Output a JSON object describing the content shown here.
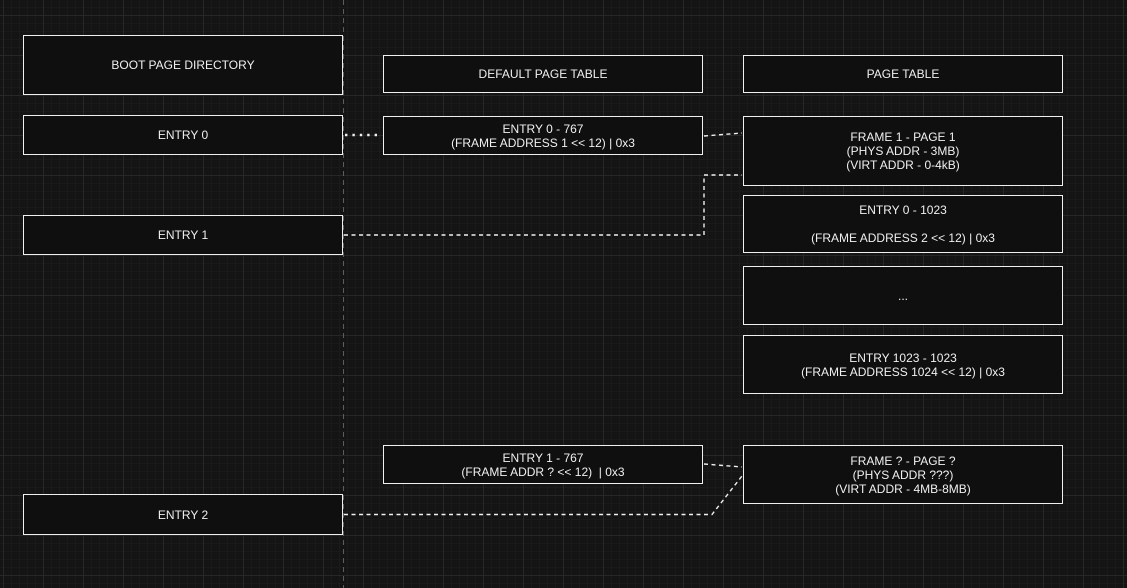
{
  "canvas": {
    "background": "#141414",
    "grid_minor_color": "#1a1a1a",
    "grid_major_color": "#272727",
    "box_fill": "#0f0f0f",
    "box_border_color": "#f0f0f0",
    "text_color": "#f0f0f0",
    "connector_color": "#f0f0f0",
    "page_boundary_color": "#5d5d5d"
  },
  "boot_page_directory": {
    "title": "BOOT PAGE DIRECTORY",
    "entry0": "ENTRY 0",
    "entry1": "ENTRY 1",
    "entry2": "ENTRY 2"
  },
  "default_page_table": {
    "title": "DEFAULT PAGE TABLE",
    "entry0_767": {
      "line1": "ENTRY 0 - 767",
      "line2": "(FRAME ADDRESS 1 << 12) | 0x3"
    },
    "entry1_767": {
      "line1": "ENTRY 1 - 767",
      "line2": "(FRAME ADDR ? << 12)  | 0x3"
    }
  },
  "page_table": {
    "title": "PAGE TABLE",
    "frame1": {
      "line1": "FRAME 1 - PAGE 1",
      "line2": "(PHYS ADDR - 3MB)",
      "line3": "(VIRT ADDR - 0-4kB)"
    },
    "entry0_1023": {
      "line1": "ENTRY 0 - 1023",
      "line2": "(FRAME ADDRESS 2 << 12) | 0x3"
    },
    "ellipsis": "...",
    "entry1023_1023": {
      "line1": "ENTRY 1023 - 1023",
      "line2": "(FRAME ADDRESS 1024 << 12) | 0x3"
    },
    "frame_unknown": {
      "line1": "FRAME ? - PAGE ?",
      "line2": "(PHYS ADDR ???)",
      "line3": "(VIRT ADDR - 4MB-8MB)"
    }
  }
}
